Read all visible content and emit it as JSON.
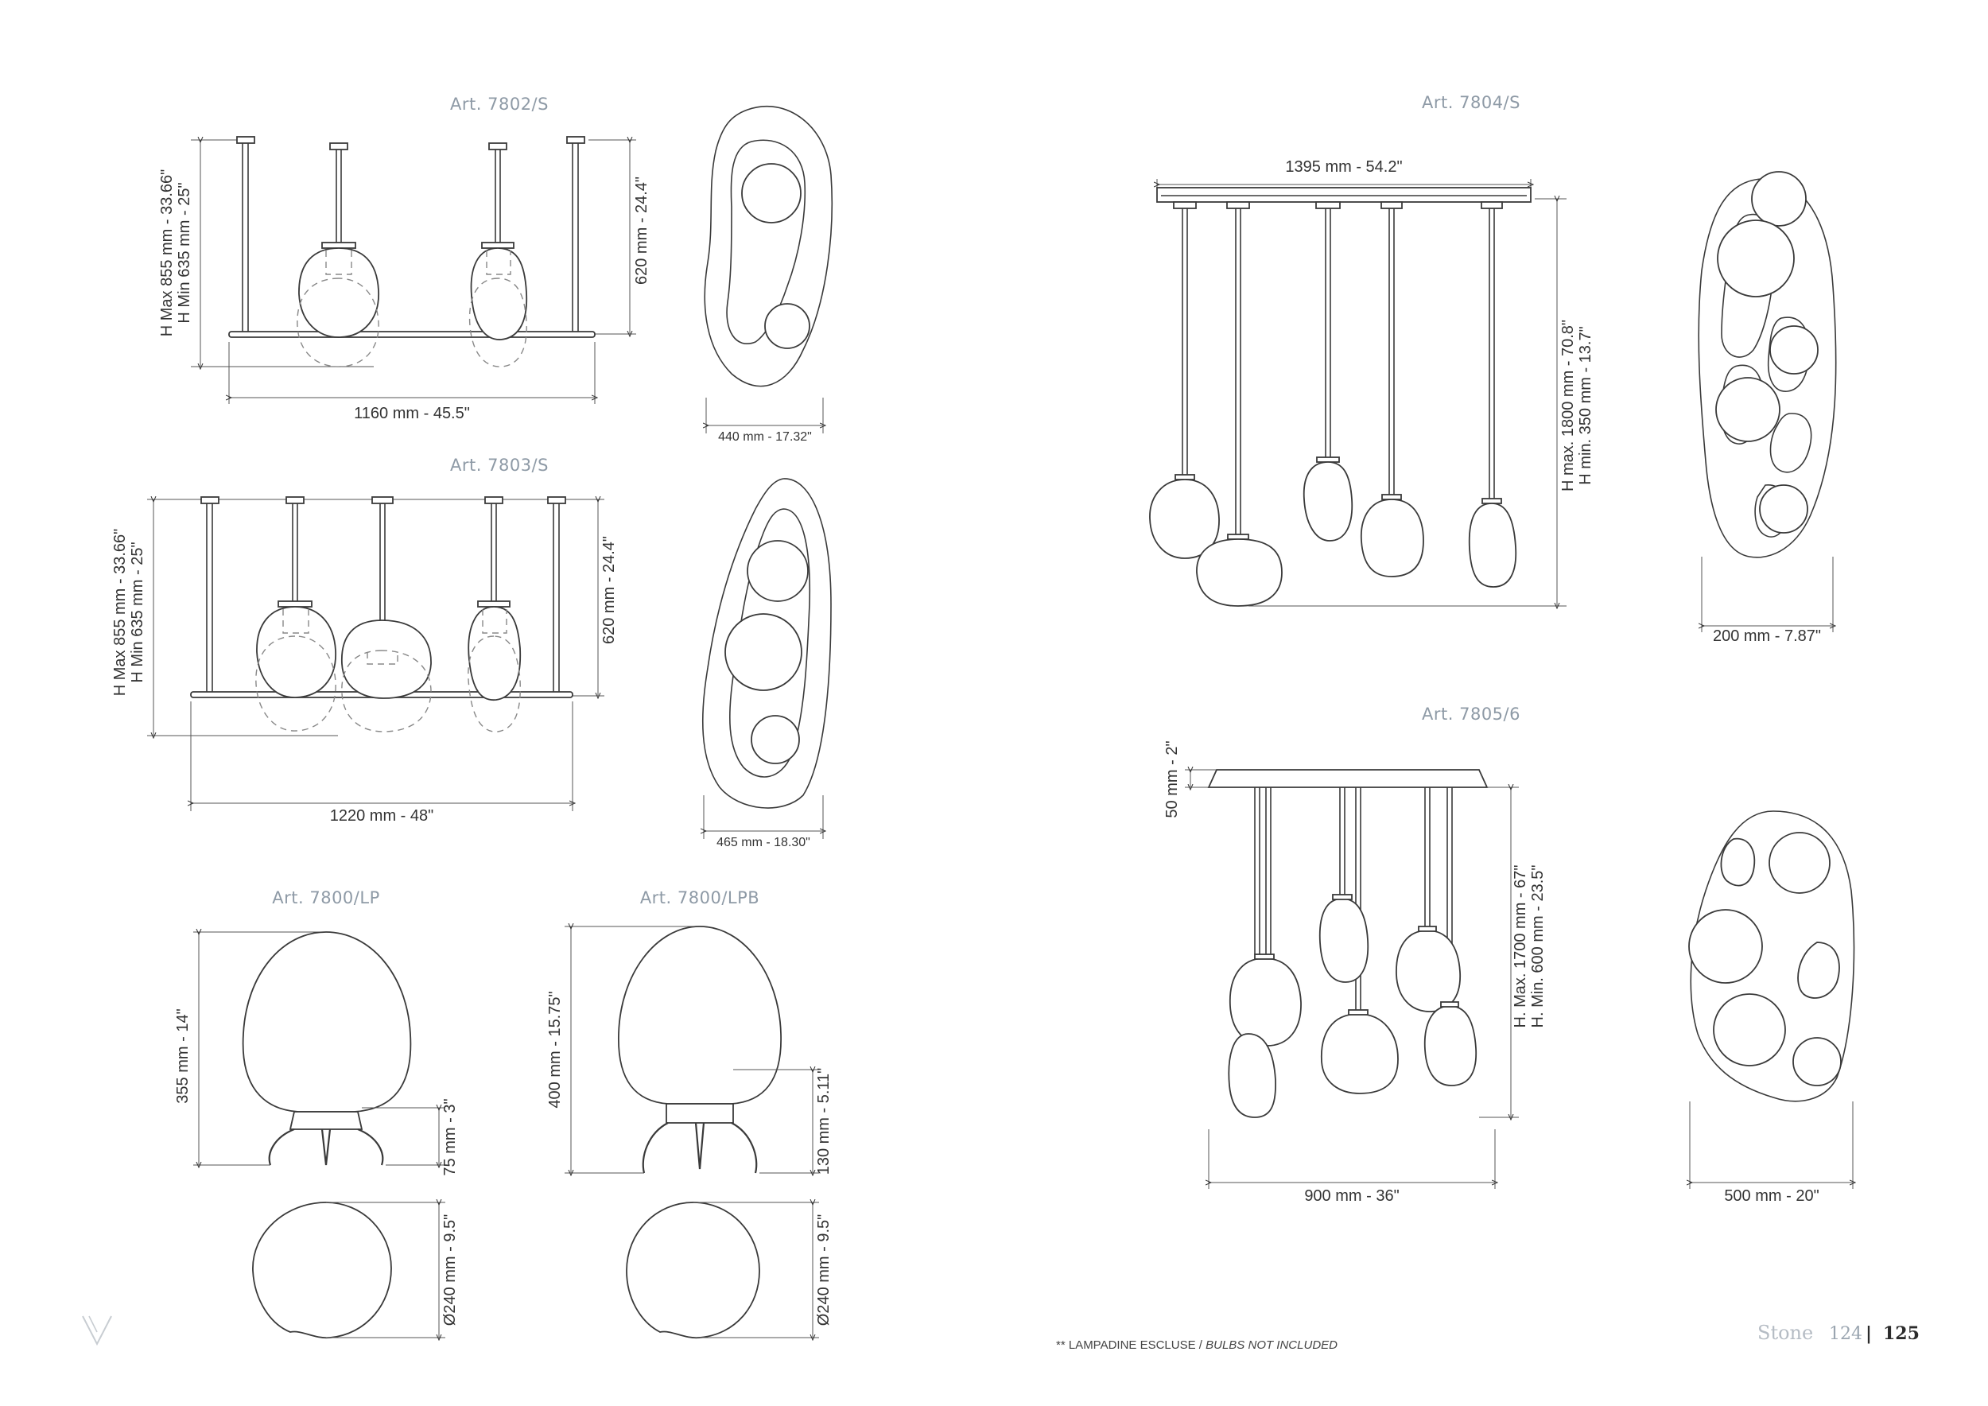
{
  "articles": {
    "a7802": {
      "title": "Art. 7802/S",
      "height_label_1": "H Max 855 mm - 33.66\"",
      "height_label_2": "H Min 635 mm - 25\"",
      "right_height": "620 mm - 24.4\"",
      "width": "1160 mm - 45.5\"",
      "plan_width": "440 mm - 17.32\""
    },
    "a7803": {
      "title": "Art. 7803/S",
      "height_label_1": "H Max 855 mm - 33.66\"",
      "height_label_2": "H Min 635 mm - 25\"",
      "right_height": "620 mm - 24.4\"",
      "width": "1220 mm - 48\"",
      "plan_width": "465 mm - 18.30\""
    },
    "a7804": {
      "title": "Art. 7804/S",
      "width": "1395 mm - 54.2\"",
      "height_label_1": "H max. 1800 mm - 70.8\"",
      "height_label_2": "H min. 350 mm - 13.7\"",
      "plan_width": "200 mm - 7.87\""
    },
    "a7805": {
      "title": "Art. 7805/6",
      "canopy": "50 mm - 2\"",
      "height_label_1": "H. Max. 1700 mm - 67\"",
      "height_label_2": "H. Min. 600 mm - 23.5\"",
      "width": "900 mm - 36\"",
      "plan_width": "500 mm - 20\""
    },
    "a7800lp": {
      "title": "Art. 7800/LP",
      "height": "355 mm - 14\"",
      "base": "75 mm - 3\"",
      "diameter": "Ø240 mm - 9.5\""
    },
    "a7800lpb": {
      "title": "Art. 7800/LPB",
      "height": "400 mm - 15.75\"",
      "base": "130 mm - 5.11\"",
      "diameter": "Ø240 mm - 9.5\""
    }
  },
  "footer": {
    "note_prefix": "** LAMPADINE ESCLUSE / ",
    "note_italic": "BULBS NOT INCLUDED",
    "series": "Stone",
    "page_left": "124",
    "separator": "|",
    "page_right": "125"
  },
  "icons": {
    "logo": "v-monogram-icon"
  }
}
